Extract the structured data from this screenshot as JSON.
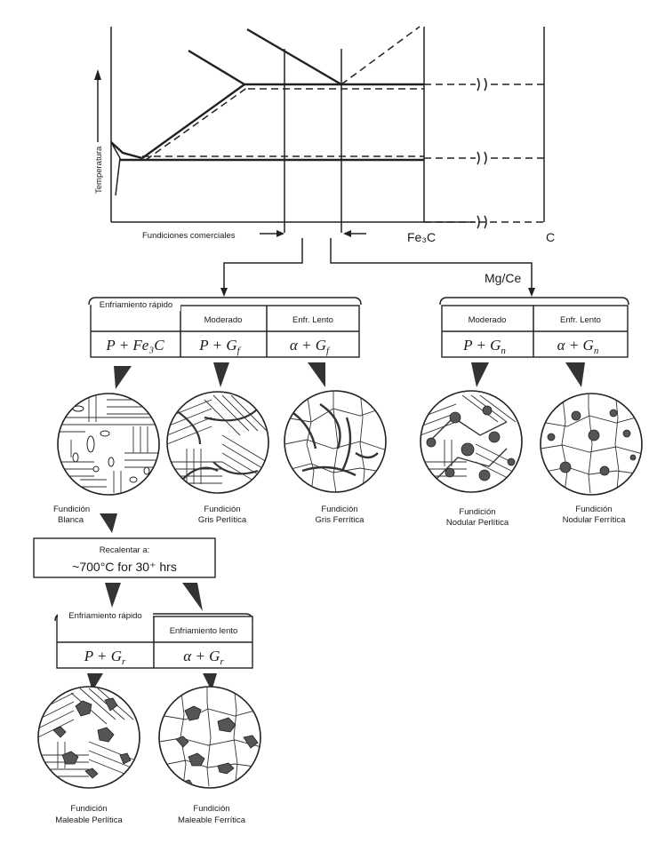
{
  "phase_diagram": {
    "y_axis_label": "Temperatura",
    "commercial_range_label": "Fundiciones comerciales",
    "fe3c_label": "Fe₃C",
    "carbon_label": "C"
  },
  "branches": {
    "nodular_additive": "Mg/Ce"
  },
  "gray_cooling_table": {
    "headers": [
      "Enfriamiento rápido",
      "Moderado",
      "Enfr. Lento"
    ],
    "phases": [
      "P + Fe₃C",
      "P + G",
      "α + G"
    ],
    "subscripts": [
      "",
      "f",
      "f"
    ]
  },
  "nodular_cooling_table": {
    "headers": [
      "Moderado",
      "Enfr. Lento"
    ],
    "phases": [
      "P + G",
      "α + G"
    ],
    "subscripts": [
      "n",
      "n"
    ]
  },
  "microstructures_top": [
    {
      "name_line1": "Fundición",
      "name_line2": "Blanca"
    },
    {
      "name_line1": "Fundición",
      "name_line2": "Gris Perlítica"
    },
    {
      "name_line1": "Fundición",
      "name_line2": "Gris Ferrítica"
    },
    {
      "name_line1": "Fundición",
      "name_line2": "Nodular Perlítica"
    },
    {
      "name_line1": "Fundición",
      "name_line2": "Nodular Ferrítica"
    }
  ],
  "reheat": {
    "title": "Recalentar a:",
    "condition": "~700°C for 30⁺ hrs"
  },
  "malleable_cooling_table": {
    "headers": [
      "Enfriamiento rápido",
      "Enfriamiento lento"
    ],
    "phases": [
      "P + G",
      "α + G"
    ],
    "subscripts": [
      "r",
      "r"
    ]
  },
  "microstructures_bottom": [
    {
      "name_line1": "Fundición",
      "name_line2": "Maleable Perlítica"
    },
    {
      "name_line1": "Fundición",
      "name_line2": "Maleable Ferrítica"
    }
  ]
}
